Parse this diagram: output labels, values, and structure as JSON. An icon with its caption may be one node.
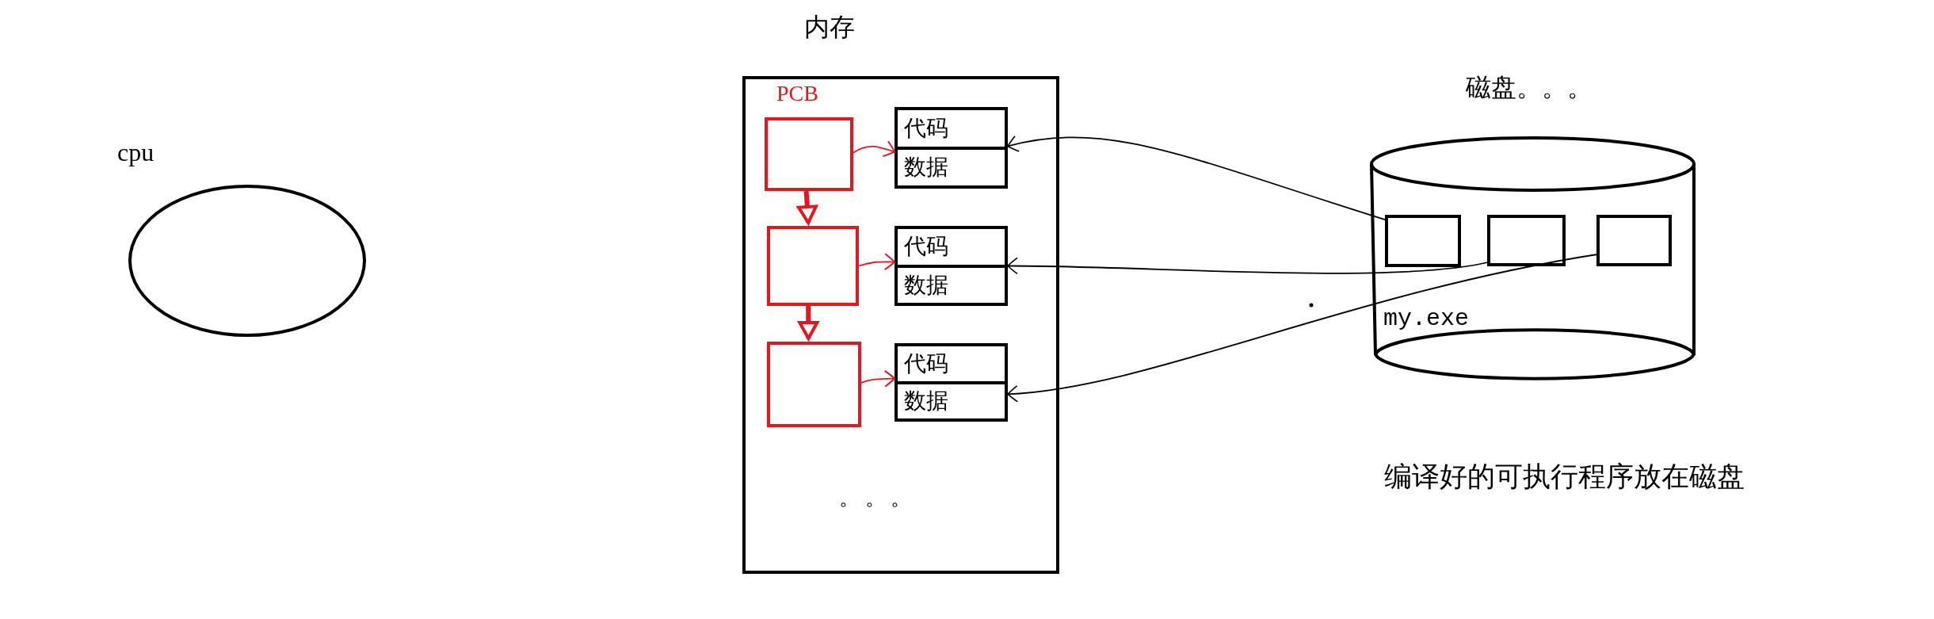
{
  "diagram": {
    "nodes": [
      {
        "text": [
          "cpu"
        ]
      },
      {
        "text": [
          "内存"
        ]
      },
      {
        "text": [],
        "shape": "box",
        "in": 1
      },
      {
        "text": [],
        "shape": "box",
        "in": 1
      },
      {
        "text": [],
        "shape": "box",
        "in": 1
      },
      {
        "text": [
          "代码",
          "数据"
        ],
        "in": 1
      },
      {
        "text": [
          "代码",
          "数据"
        ],
        "in": 1
      },
      {
        "text": [
          "代码",
          "数据"
        ],
        "in": 1
      },
      {
        "text": [
          "磁盘。。。",
          "my.exe"
        ],
        "beside": [
          "编译好的可执行程序放在磁盘"
        ]
      },
      {
        "text": [],
        "shape": "box",
        "in": 8
      },
      {
        "text": [],
        "shape": "box",
        "in": 8
      },
      {
        "text": [],
        "shape": "box",
        "in": 8
      }
    ],
    "edges": [
      {
        "from": 2,
        "to": 5,
        "arrow": "to",
        "color": "#e8161c"
      },
      {
        "from": 3,
        "to": 6,
        "arrow": "to",
        "color": "#e8161c"
      },
      {
        "from": 4,
        "to": 7,
        "arrow": "to",
        "color": "#e8161c"
      },
      {
        "from": 2,
        "to": 3,
        "arrow": "to",
        "style": "thick",
        "color": "#e8161c"
      },
      {
        "from": 3,
        "to": 4,
        "arrow": "to",
        "style": "thick",
        "color": "#e8161c"
      },
      {
        "from": 9,
        "to": 5,
        "arrow": "to",
        "color": "#000000"
      },
      {
        "from": 10,
        "to": 6,
        "arrow": "to",
        "color": "#000000"
      },
      {
        "from": 11,
        "to": 7,
        "arrow": "to",
        "color": "#000000"
      }
    ],
    "labels": [
      "PCB",
      "。 。 。"
    ]
  }
}
